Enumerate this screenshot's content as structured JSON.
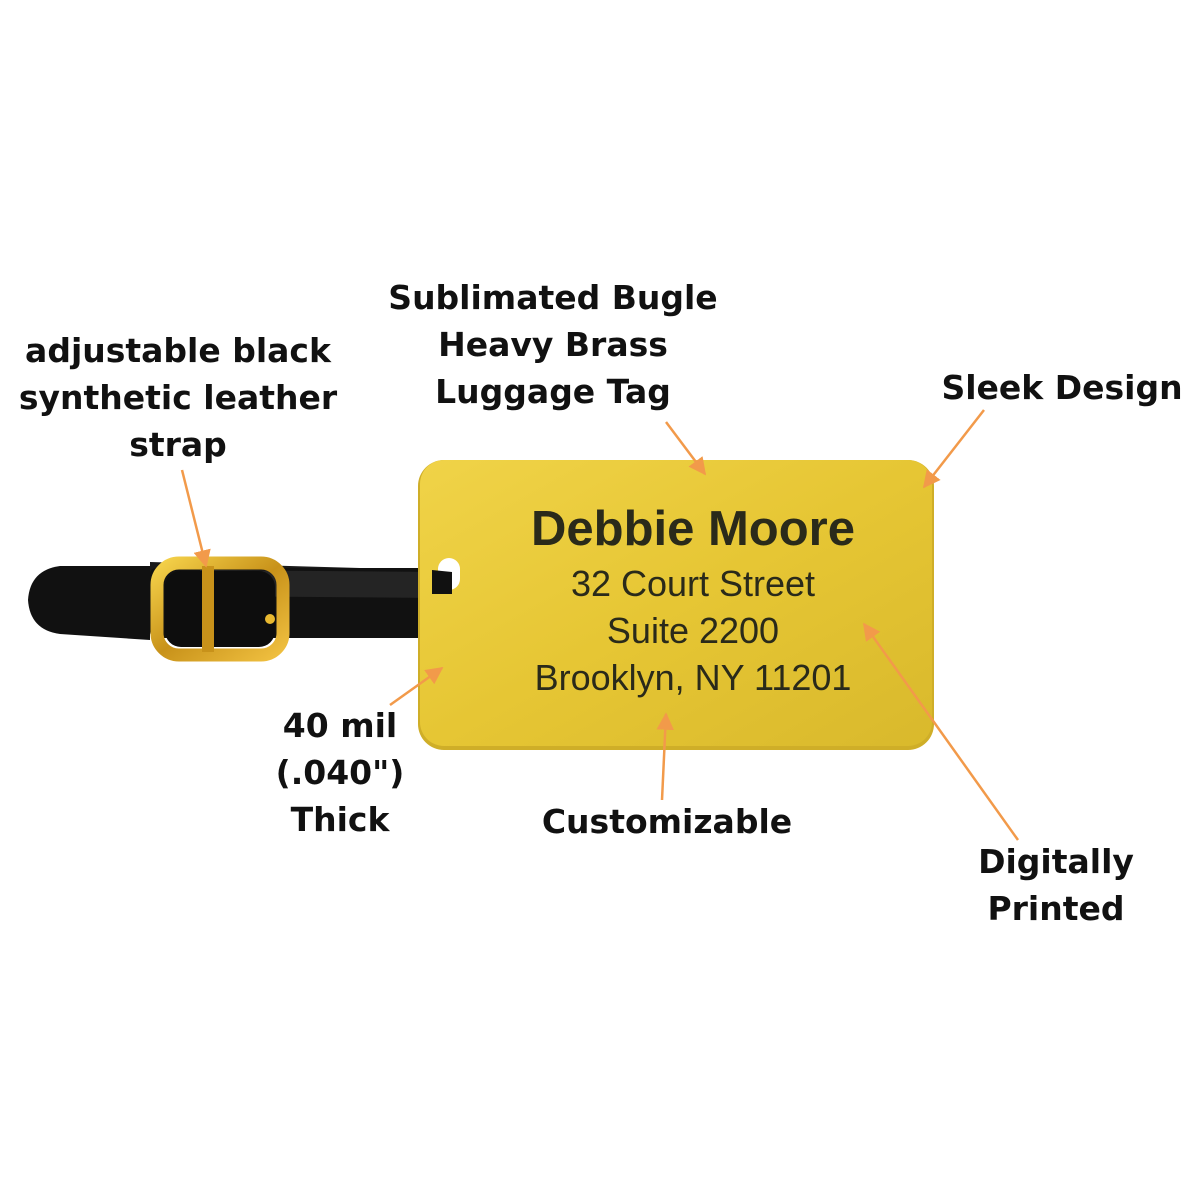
{
  "callouts": {
    "strap": [
      "adjustable black",
      "synthetic leather",
      "strap"
    ],
    "brass": [
      "Sublimated Bugle",
      "Heavy Brass",
      "Luggage Tag"
    ],
    "sleek": [
      "Sleek Design"
    ],
    "thick": [
      "40 mil",
      "(.040\")",
      "Thick"
    ],
    "custom": [
      "Customizable"
    ],
    "digital": [
      "Digitally",
      "Printed"
    ]
  },
  "tag": {
    "name": "Debbie Moore",
    "lines": [
      "32 Court Street",
      "Suite 2200",
      "Brooklyn, NY 11201"
    ]
  },
  "colors": {
    "arrow": "#f29a4a",
    "tag_fill": "#e8c93a",
    "strap": "#111111",
    "buckle": "#d9a520"
  }
}
